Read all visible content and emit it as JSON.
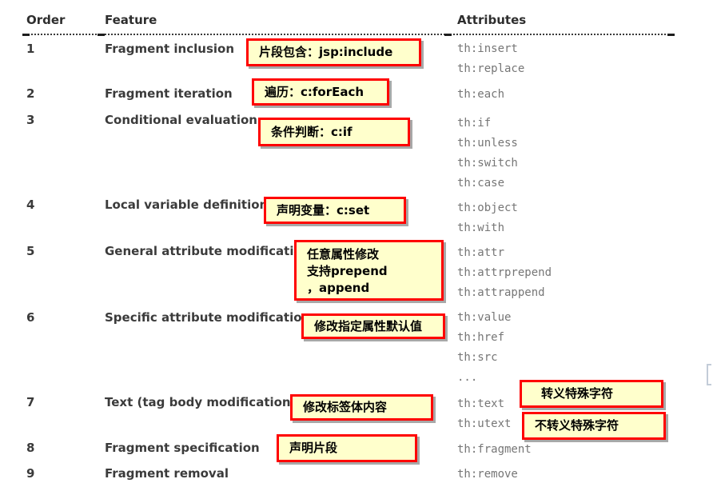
{
  "table": {
    "headers": {
      "order": "Order",
      "feature": "Feature",
      "attributes": "Attributes"
    },
    "rows": [
      {
        "order": "1",
        "feature": "Fragment inclusion",
        "attrs": [
          "th:insert",
          "th:replace"
        ],
        "attrs_text": "th:insert\nth:replace"
      },
      {
        "order": "2",
        "feature": "Fragment iteration",
        "attrs": [
          "th:each"
        ],
        "attrs_text": "th:each"
      },
      {
        "order": "3",
        "feature": "Conditional evaluation",
        "attrs": [
          "th:if",
          "th:unless",
          "th:switch",
          "th:case"
        ],
        "attrs_text": "th:if\nth:unless\nth:switch\nth:case"
      },
      {
        "order": "4",
        "feature": "Local variable definition",
        "attrs": [
          "th:object",
          "th:with"
        ],
        "attrs_text": "th:object\nth:with"
      },
      {
        "order": "5",
        "feature": "General attribute modification",
        "attrs": [
          "th:attr",
          "th:attrprepend",
          "th:attrappend"
        ],
        "attrs_text": "th:attr\nth:attrprepend\nth:attrappend"
      },
      {
        "order": "6",
        "feature": "Specific attribute modification",
        "attrs": [
          "th:value",
          "th:href",
          "th:src",
          "..."
        ],
        "attrs_text": "th:value\nth:href\nth:src\n..."
      },
      {
        "order": "7",
        "feature": "Text (tag body modification)",
        "attrs": [
          "th:text",
          "th:utext"
        ],
        "attrs_text": "th:text\nth:utext"
      },
      {
        "order": "8",
        "feature": "Fragment specification",
        "attrs": [
          "th:fragment"
        ],
        "attrs_text": "th:fragment"
      },
      {
        "order": "9",
        "feature": "Fragment removal",
        "attrs": [
          "th:remove"
        ],
        "attrs_text": "th:remove"
      }
    ]
  },
  "annotations": [
    {
      "id": "note-fragment-inclusion",
      "text": "片段包含：jsp:include"
    },
    {
      "id": "note-fragment-iteration",
      "text": "遍历：c:forEach"
    },
    {
      "id": "note-conditional-evaluation",
      "text": "条件判断：c:if"
    },
    {
      "id": "note-local-variable",
      "text": "声明变量：c:set"
    },
    {
      "id": "note-general-attribute",
      "text": "任意属性修改\n支持prepend\n，append"
    },
    {
      "id": "note-specific-attribute",
      "text": "修改指定属性默认值"
    },
    {
      "id": "note-text-body",
      "text": "修改标签体内容"
    },
    {
      "id": "note-escaped-text",
      "text": "转义特殊字符"
    },
    {
      "id": "note-unescaped-text",
      "text": "不转义特殊字符"
    },
    {
      "id": "note-fragment-specification",
      "text": "声明片段"
    }
  ],
  "colors": {
    "note_bg": "#ffffcc",
    "note_border": "#ff0000",
    "note_shadow": "#a8a8a8",
    "text_dark": "#3b3b3b",
    "attr_gray": "#767676"
  }
}
